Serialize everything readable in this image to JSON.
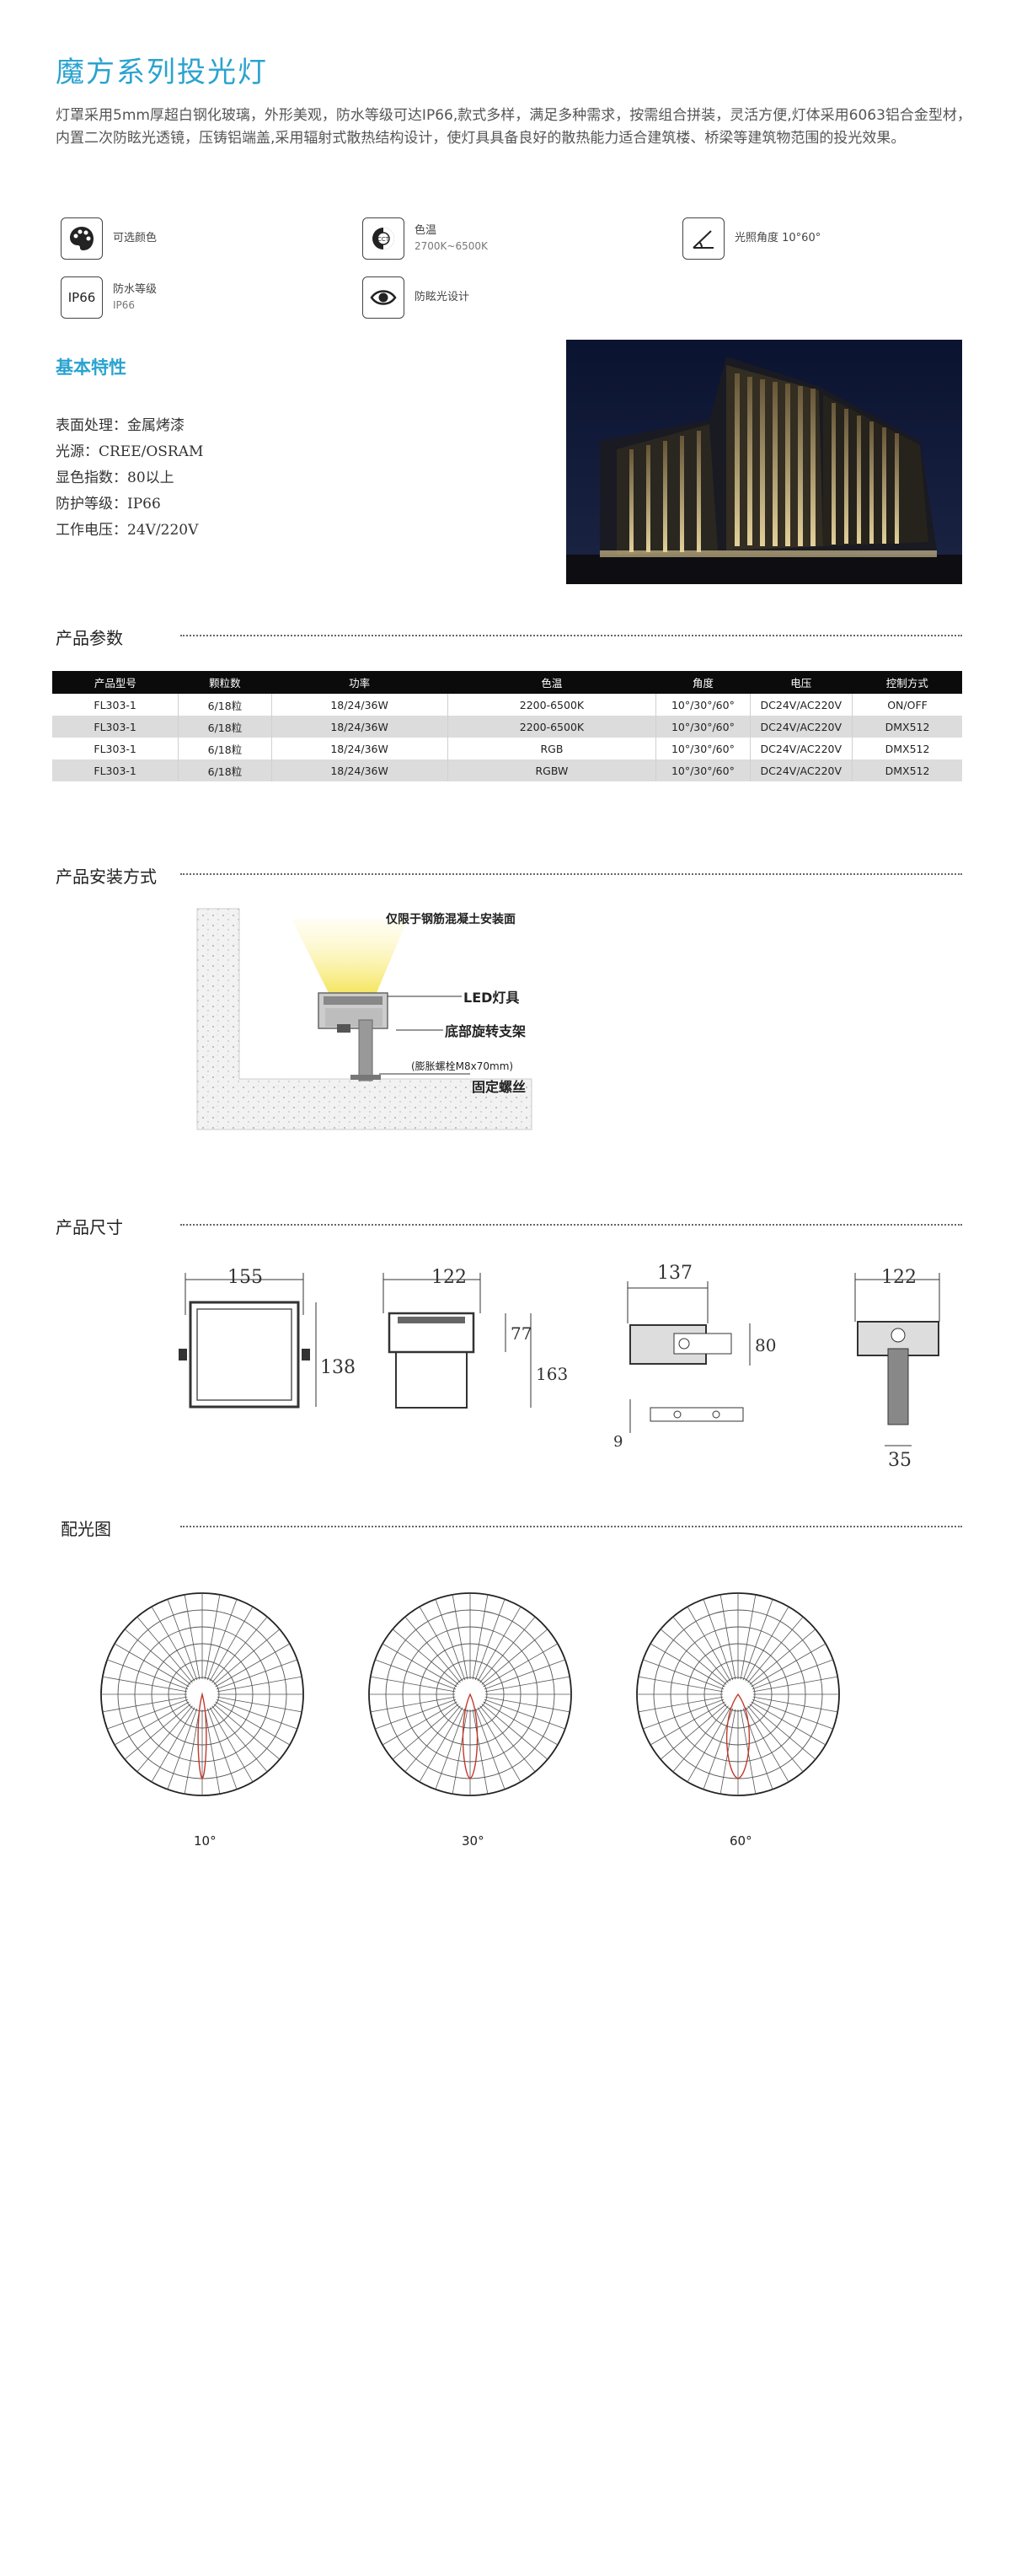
{
  "header": {
    "title": "魔方系列投光灯",
    "intro": "灯罩采用5mm厚超白钢化玻璃，外形美观，防水等级可达IP66,款式多样，满足多种需求，按需组合拼装，灵活方便,灯体采用6063铝合金型材，内置二次防眩光透镜，压铸铝端盖,采用辐射式散热结构设计，使灯具具备良好的散热能力适合建筑楼、桥梁等建筑物范围的投光效果。"
  },
  "features": [
    {
      "icon": "palette-icon",
      "label": "可选颜色",
      "sub": ""
    },
    {
      "icon": "color-temperature-icon",
      "label": "色温",
      "sub": "2700K~6500K"
    },
    {
      "icon": "beam-angle-icon",
      "label": "光照角度 10°60°",
      "sub": ""
    },
    {
      "icon": "ip66-icon",
      "icon_text": "IP66",
      "label": "防水等级",
      "sub": "IP66"
    },
    {
      "icon": "eye-icon",
      "label": "防眩光设计",
      "sub": ""
    }
  ],
  "basic": {
    "heading": "基本特性",
    "lines": [
      "表面处理：金属烤漆",
      "光源：CREE/OSRAM",
      "显色指数：80以上",
      "防护等级：IP66",
      "工作电压：24V/220V"
    ]
  },
  "params": {
    "heading": "产品参数",
    "columns": [
      "产品型号",
      "颗粒数",
      "功率",
      "色温",
      "角度",
      "电压",
      "控制方式"
    ],
    "rows": [
      [
        "FL303-1",
        "6/18粒",
        "18/24/36W",
        "2200-6500K",
        "10°/30°/60°",
        "DC24V/AC220V",
        "ON/OFF"
      ],
      [
        "FL303-1",
        "6/18粒",
        "18/24/36W",
        "2200-6500K",
        "10°/30°/60°",
        "DC24V/AC220V",
        "DMX512"
      ],
      [
        "FL303-1",
        "6/18粒",
        "18/24/36W",
        "RGB",
        "10°/30°/60°",
        "DC24V/AC220V",
        "DMX512"
      ],
      [
        "FL303-1",
        "6/18粒",
        "18/24/36W",
        "RGBW",
        "10°/30°/60°",
        "DC24V/AC220V",
        "DMX512"
      ]
    ]
  },
  "install": {
    "heading": "产品安装方式",
    "note": "仅限于钢筋混凝土安装面",
    "led": "LED灯具",
    "bracket": "底部旋转支架",
    "bolt": "(膨胀螺栓M8x70mm)",
    "screw": "固定螺丝"
  },
  "dimensions": {
    "heading": "产品尺寸",
    "front_width": "155",
    "front_height": "138",
    "side_width": "122",
    "side_h1": "77",
    "side_h2": "163",
    "top_width": "137",
    "top_h": "80",
    "bracket_t": "9",
    "back_width": "122",
    "back_base": "35"
  },
  "light": {
    "heading": "配光图",
    "labels": [
      "10°",
      "30°",
      "60°"
    ]
  },
  "colors": {
    "accent": "#2aa3cf",
    "table_header": "#0b0b0b",
    "table_alt": "#dcdcdc"
  }
}
